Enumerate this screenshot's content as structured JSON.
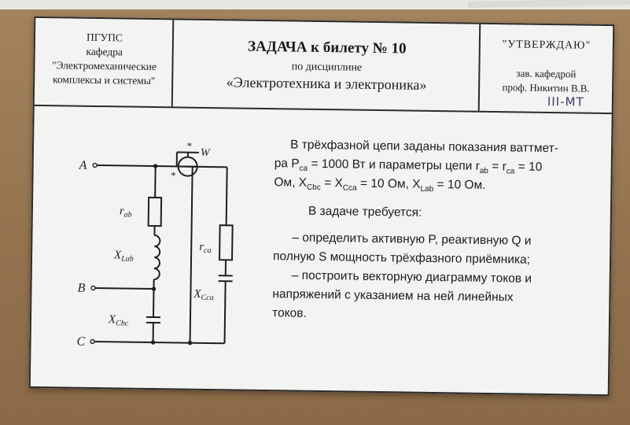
{
  "header": {
    "left": {
      "org": "ПГУПС",
      "dept": "кафедра",
      "dept_name_1": "\"Электромеханические",
      "dept_name_2": "комплексы и системы\""
    },
    "center": {
      "title": "ЗАДАЧА к билету № 10",
      "subtitle": "по дисциплине",
      "discipline": "«Электротехника и электроника»"
    },
    "right": {
      "approve": "\"УТВЕРЖДАЮ\"",
      "head": "зав. кафедрой",
      "person": "проф. Никитин В.В.",
      "handwritten": "III-MT"
    }
  },
  "circuit": {
    "terminal_a": "A",
    "terminal_b": "B",
    "terminal_c": "C",
    "wattmeter": "W",
    "star": "*",
    "r_ab": "r",
    "r_ab_sub": "ab",
    "x_lab": "X",
    "x_lab_sub": "Lab",
    "x_cbc": "X",
    "x_cbc_sub": "Cbc",
    "r_ca": "r",
    "r_ca_sub": "ca",
    "x_cca": "X",
    "x_cca_sub": "Cca"
  },
  "task": {
    "line1": "В трёхфазной цепи заданы показания ваттмет-",
    "line2": "ра  P",
    "line2_sub": "ca",
    "line2_rest": " = 1000 Вт и параметры цепи  r",
    "line2_sub2": "ab",
    "line2_mid": " = r",
    "line2_sub3": "ca",
    "line2_end": " = 10",
    "line3_a": "Ом,  X",
    "line3_sub1": "Cbc",
    "line3_b": " = X",
    "line3_sub2": "Cca",
    "line3_c": " = 10 Ом,  X",
    "line3_sub3": "Lab",
    "line3_d": " = 10 Ом.",
    "required": "В задаче требуется:",
    "item1_a": "– определить активную  P, реактивную  Q  и",
    "item1_b": "полную  S  мощность трёхфазного приёмника;",
    "item2_a": "– построить векторную диаграмму токов и",
    "item2_b": "напряжений с указанием на ней линейных",
    "item2_c": "токов."
  }
}
